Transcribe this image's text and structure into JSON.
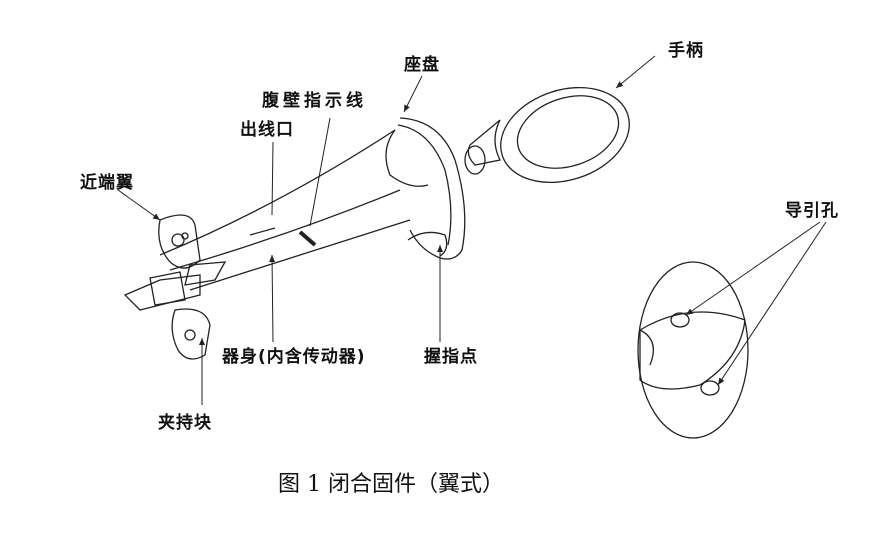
{
  "labels": {
    "handle": "手柄",
    "seat_disc": "座盘",
    "abdominal_wall_line": "腹壁指示线",
    "thread_outlet": "出线口",
    "proximal_wing": "近端翼",
    "guide_hole": "导引孔",
    "body": "器身(内含传动器)",
    "finger_grip": "握指点",
    "clamp_block": "夹持块"
  },
  "caption": "图 1  闭合固件（翼式）"
}
